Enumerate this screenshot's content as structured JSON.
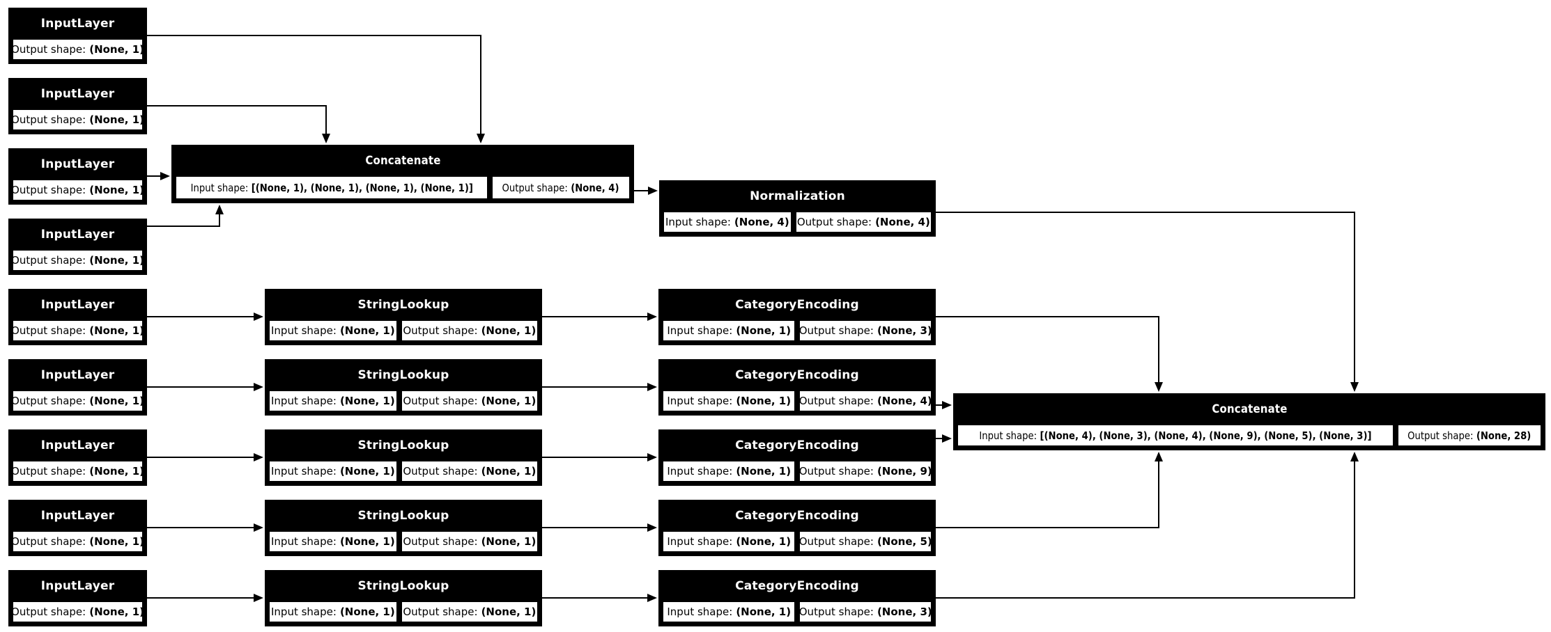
{
  "diagram": {
    "kind": "model-architecture-graph",
    "colors": {
      "node_fill": "#000000",
      "node_header_text": "#ffffff",
      "cell_fill": "#ffffff",
      "cell_text": "#000000",
      "edge": "#000000",
      "background": "#ffffff"
    },
    "nodes": [
      {
        "id": "input_layer_1",
        "type": "InputLayer",
        "cells": [
          {
            "label": "Output shape:",
            "value": "(None, 1)"
          }
        ]
      },
      {
        "id": "input_layer_2",
        "type": "InputLayer",
        "cells": [
          {
            "label": "Output shape:",
            "value": "(None, 1)"
          }
        ]
      },
      {
        "id": "input_layer_3",
        "type": "InputLayer",
        "cells": [
          {
            "label": "Output shape:",
            "value": "(None, 1)"
          }
        ]
      },
      {
        "id": "input_layer_4",
        "type": "InputLayer",
        "cells": [
          {
            "label": "Output shape:",
            "value": "(None, 1)"
          }
        ]
      },
      {
        "id": "input_layer_5",
        "type": "InputLayer",
        "cells": [
          {
            "label": "Output shape:",
            "value": "(None, 1)"
          }
        ]
      },
      {
        "id": "input_layer_6",
        "type": "InputLayer",
        "cells": [
          {
            "label": "Output shape:",
            "value": "(None, 1)"
          }
        ]
      },
      {
        "id": "input_layer_7",
        "type": "InputLayer",
        "cells": [
          {
            "label": "Output shape:",
            "value": "(None, 1)"
          }
        ]
      },
      {
        "id": "input_layer_8",
        "type": "InputLayer",
        "cells": [
          {
            "label": "Output shape:",
            "value": "(None, 1)"
          }
        ]
      },
      {
        "id": "input_layer_9",
        "type": "InputLayer",
        "cells": [
          {
            "label": "Output shape:",
            "value": "(None, 1)"
          }
        ]
      },
      {
        "id": "concatenate_1",
        "type": "Concatenate",
        "cells": [
          {
            "label": "Input shape:",
            "value": "[(None, 1), (None, 1), (None, 1), (None, 1)]"
          },
          {
            "label": "Output shape:",
            "value": "(None, 4)"
          }
        ]
      },
      {
        "id": "normalization",
        "type": "Normalization",
        "cells": [
          {
            "label": "Input shape:",
            "value": "(None, 4)"
          },
          {
            "label": "Output shape:",
            "value": "(None, 4)"
          }
        ]
      },
      {
        "id": "string_lookup_1",
        "type": "StringLookup",
        "cells": [
          {
            "label": "Input shape:",
            "value": "(None, 1)"
          },
          {
            "label": "Output shape:",
            "value": "(None, 1)"
          }
        ]
      },
      {
        "id": "string_lookup_2",
        "type": "StringLookup",
        "cells": [
          {
            "label": "Input shape:",
            "value": "(None, 1)"
          },
          {
            "label": "Output shape:",
            "value": "(None, 1)"
          }
        ]
      },
      {
        "id": "string_lookup_3",
        "type": "StringLookup",
        "cells": [
          {
            "label": "Input shape:",
            "value": "(None, 1)"
          },
          {
            "label": "Output shape:",
            "value": "(None, 1)"
          }
        ]
      },
      {
        "id": "string_lookup_4",
        "type": "StringLookup",
        "cells": [
          {
            "label": "Input shape:",
            "value": "(None, 1)"
          },
          {
            "label": "Output shape:",
            "value": "(None, 1)"
          }
        ]
      },
      {
        "id": "string_lookup_5",
        "type": "StringLookup",
        "cells": [
          {
            "label": "Input shape:",
            "value": "(None, 1)"
          },
          {
            "label": "Output shape:",
            "value": "(None, 1)"
          }
        ]
      },
      {
        "id": "category_encoding_1",
        "type": "CategoryEncoding",
        "cells": [
          {
            "label": "Input shape:",
            "value": "(None, 1)"
          },
          {
            "label": "Output shape:",
            "value": "(None, 3)"
          }
        ]
      },
      {
        "id": "category_encoding_2",
        "type": "CategoryEncoding",
        "cells": [
          {
            "label": "Input shape:",
            "value": "(None, 1)"
          },
          {
            "label": "Output shape:",
            "value": "(None, 4)"
          }
        ]
      },
      {
        "id": "category_encoding_3",
        "type": "CategoryEncoding",
        "cells": [
          {
            "label": "Input shape:",
            "value": "(None, 1)"
          },
          {
            "label": "Output shape:",
            "value": "(None, 9)"
          }
        ]
      },
      {
        "id": "category_encoding_4",
        "type": "CategoryEncoding",
        "cells": [
          {
            "label": "Input shape:",
            "value": "(None, 1)"
          },
          {
            "label": "Output shape:",
            "value": "(None, 5)"
          }
        ]
      },
      {
        "id": "category_encoding_5",
        "type": "CategoryEncoding",
        "cells": [
          {
            "label": "Input shape:",
            "value": "(None, 1)"
          },
          {
            "label": "Output shape:",
            "value": "(None, 3)"
          }
        ]
      },
      {
        "id": "concatenate_2",
        "type": "Concatenate",
        "cells": [
          {
            "label": "Input shape:",
            "value": "[(None, 4), (None, 3), (None, 4), (None, 9), (None, 5), (None, 3)]"
          },
          {
            "label": "Output shape:",
            "value": "(None, 28)"
          }
        ]
      }
    ],
    "edges": [
      {
        "from": "input_layer_1",
        "to": "concatenate_1"
      },
      {
        "from": "input_layer_2",
        "to": "concatenate_1"
      },
      {
        "from": "input_layer_3",
        "to": "concatenate_1"
      },
      {
        "from": "input_layer_4",
        "to": "concatenate_1"
      },
      {
        "from": "concatenate_1",
        "to": "normalization"
      },
      {
        "from": "normalization",
        "to": "concatenate_2"
      },
      {
        "from": "input_layer_5",
        "to": "string_lookup_1"
      },
      {
        "from": "input_layer_6",
        "to": "string_lookup_2"
      },
      {
        "from": "input_layer_7",
        "to": "string_lookup_3"
      },
      {
        "from": "input_layer_8",
        "to": "string_lookup_4"
      },
      {
        "from": "input_layer_9",
        "to": "string_lookup_5"
      },
      {
        "from": "string_lookup_1",
        "to": "category_encoding_1"
      },
      {
        "from": "string_lookup_2",
        "to": "category_encoding_2"
      },
      {
        "from": "string_lookup_3",
        "to": "category_encoding_3"
      },
      {
        "from": "string_lookup_4",
        "to": "category_encoding_4"
      },
      {
        "from": "string_lookup_5",
        "to": "category_encoding_5"
      },
      {
        "from": "category_encoding_1",
        "to": "concatenate_2"
      },
      {
        "from": "category_encoding_2",
        "to": "concatenate_2"
      },
      {
        "from": "category_encoding_3",
        "to": "concatenate_2"
      },
      {
        "from": "category_encoding_4",
        "to": "concatenate_2"
      },
      {
        "from": "category_encoding_5",
        "to": "concatenate_2"
      }
    ]
  }
}
